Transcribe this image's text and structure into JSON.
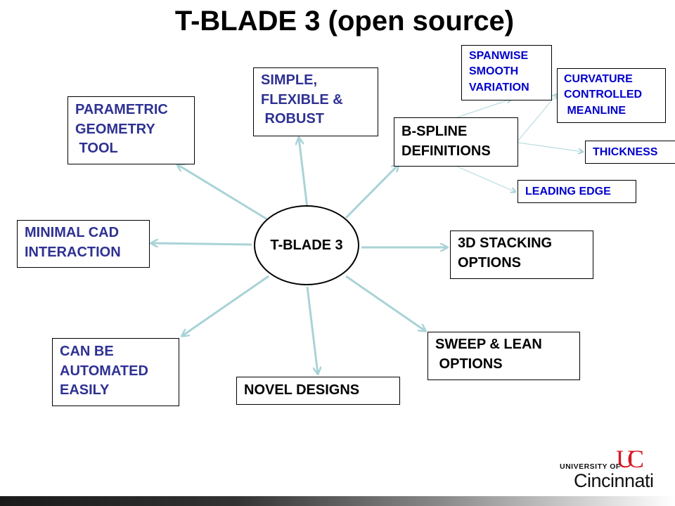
{
  "title": "T-BLADE 3  (open source)",
  "center": "T-BLADE 3",
  "boxes": {
    "parametric": "PARAMETRIC\nGEOMETRY\n TOOL",
    "simple": "SIMPLE,\nFLEXIBLE &\n ROBUST",
    "bspline": "B-SPLINE\nDEFINITIONS",
    "minimal": "MINIMAL CAD\nINTERACTION",
    "stacking": "3D STACKING\nOPTIONS",
    "sweep": "SWEEP & LEAN\n OPTIONS",
    "novel": "NOVEL DESIGNS",
    "automated": "CAN BE\nAUTOMATED\nEASILY"
  },
  "bspline_children": {
    "spanwise": "SPANWISE\nSMOOTH\nVARIATION",
    "curvature": "CURVATURE\nCONTROLLED\n MEANLINE",
    "thickness": "THICKNESS",
    "leading": "LEADING EDGE"
  },
  "logo": {
    "line1": "UNIVERSITY OF",
    "line2": "Cincinnati",
    "mark": "UC"
  },
  "colors": {
    "arrow": "#b3d9dc",
    "navy_text": "#2e3192",
    "blue_text": "#0000cc",
    "logo_red": "#d71921"
  }
}
